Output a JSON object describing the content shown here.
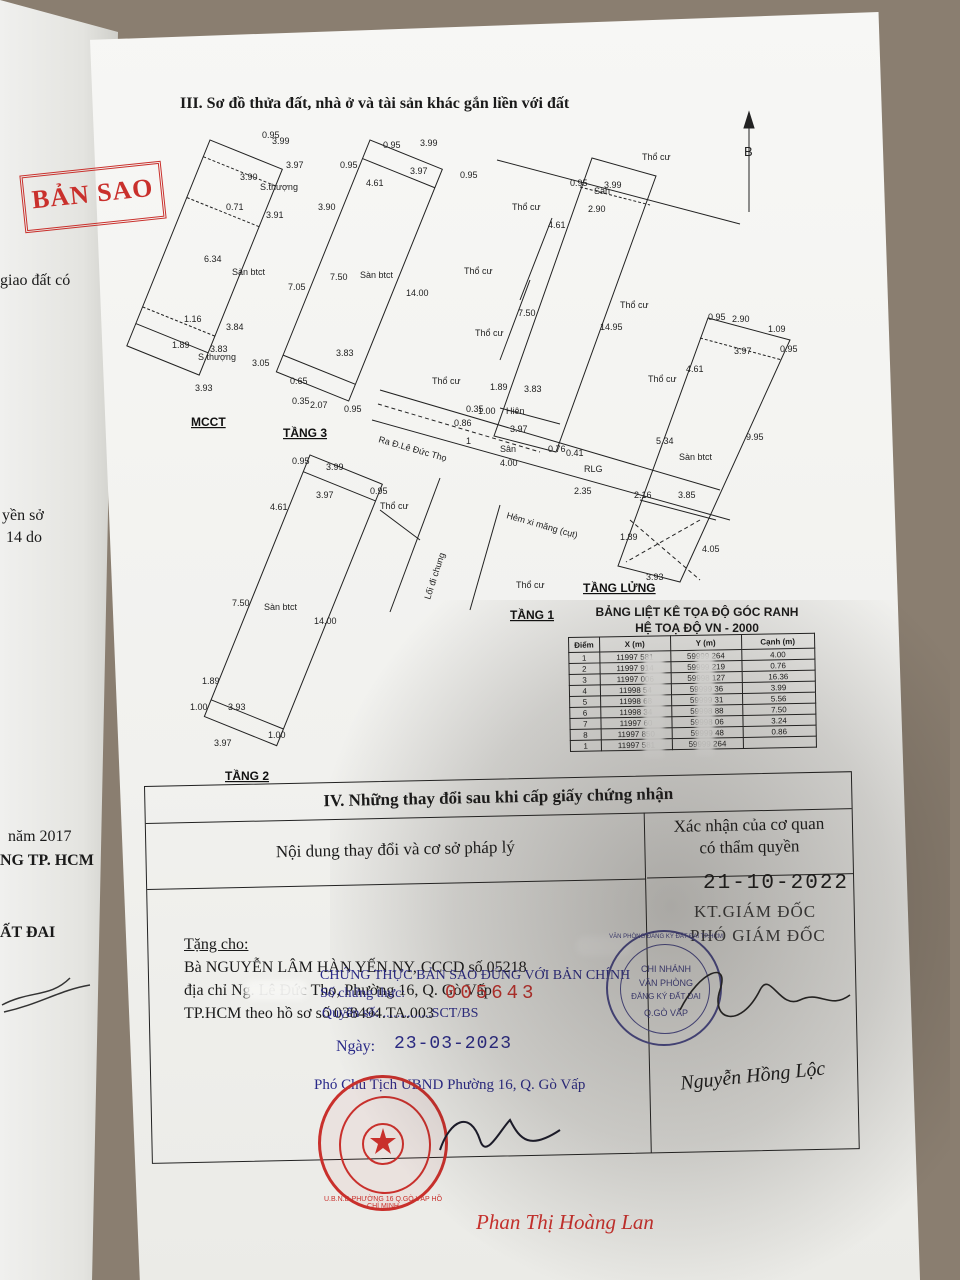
{
  "left_page": {
    "lines": [
      "giao đất có",
      "yền sở",
      "14 do",
      "năm 2017",
      "NG TP. HCM",
      "ẤT ĐAI"
    ]
  },
  "stamp": {
    "text": "BẢN SAO",
    "color": "#c9302c"
  },
  "section3": {
    "title": "III. Sơ đồ thửa đất, nhà ở và tài sản khác gắn liền với đất",
    "north_label": "B",
    "plan_labels": {
      "mcct": "MCCT",
      "tang3": "TẦNG 3",
      "tang2": "TẦNG 2",
      "tang1": "TẦNG 1",
      "tang_lung": "TẦNG LỬNG",
      "tho_cu": "Thổ cư",
      "san_btct": "Sàn btct",
      "s_thuong": "S.thượng",
      "san": "Sân",
      "hien": "Hiên",
      "rlg": "RLG",
      "hem": "Hẻm xi măng (cụt)",
      "ra_duong": "Ra Đ.Lê Đức Thọ",
      "loi_di_chung": "Lối đi chung"
    },
    "dims_mcct": [
      "0.95",
      "3.99",
      "3.97",
      "0.95",
      "3.90",
      "3.90",
      "0.71",
      "3.91",
      "6.34",
      "7.05",
      "1.16",
      "3.84",
      "3.83",
      "1.89",
      "3.05",
      "3.93"
    ],
    "dims_tang3": [
      "0.95",
      "3.99",
      "3.97",
      "0.95",
      "4.61",
      "7.50",
      "14.00",
      "3.83",
      "0.65",
      "2.07",
      "0.95",
      "0.35"
    ],
    "dims_tang1": [
      "0.95",
      "3.99",
      "2.90",
      "4.61",
      "7.50",
      "14.95",
      "1.89",
      "3.83",
      "1.00",
      "0.35",
      "0.86",
      "3.97",
      "4.00",
      "0.76",
      "0.41",
      "2.35",
      "1"
    ],
    "dims_lung": [
      "0.95",
      "2.90",
      "1.09",
      "3.97",
      "0.95",
      "4.61",
      "9.95",
      "5.34",
      "3.85",
      "2.16",
      "1.89",
      "4.05",
      "3.93"
    ],
    "dims_tang2": [
      "0.95",
      "3.99",
      "3.97",
      "0.95",
      "4.61",
      "7.50",
      "14.00",
      "1.89",
      "3.93",
      "1.00",
      "1.00",
      "3.97"
    ]
  },
  "coord_table": {
    "title_1": "BẢNG LIỆT KÊ TỌA ĐỘ GÓC RANH",
    "title_2": "HỆ TOẠ ĐỘ VN - 2000",
    "headers": [
      "Điểm",
      "X (m)",
      "Y (m)",
      "Cạnh (m)"
    ],
    "rows": [
      [
        "1",
        "11997 581",
        "59999 264",
        "4.00"
      ],
      [
        "2",
        "11997 914",
        "59999 219",
        "0.76"
      ],
      [
        "3",
        "11997 006",
        "59998 127",
        "16.36"
      ],
      [
        "4",
        "11998 54",
        "59999 36",
        "3.99"
      ],
      [
        "5",
        "11998 68",
        "59999 31",
        "5.56"
      ],
      [
        "6",
        "11998 34",
        "59998 88",
        "7.50"
      ],
      [
        "7",
        "11997 60",
        "59998 06",
        "3.24"
      ],
      [
        "8",
        "11997 850",
        "59999 48",
        "0.86"
      ],
      [
        "1",
        "11997 581",
        "59999 264",
        ""
      ]
    ]
  },
  "section4": {
    "title": "IV. Những thay đổi sau khi cấp giấy chứng nhận",
    "head_left": "Nội dung thay đổi và cơ sở pháp lý",
    "head_right_1": "Xác nhận của cơ quan",
    "head_right_2": "có thẩm quyền",
    "gift_label": "Tặng cho:",
    "recipient": "Bà NGUYỄN LÂM HÀN YẾN NY, CCCD số 05218",
    "address": "địa chỉ            Ng. Lê Đức Thọ, Phường 16, Q. Gò Vấp",
    "address_cont": "TP.HCM theo hồ sơ số 038494.TA.003",
    "confirm_date": "21-10-2022",
    "confirm_title_1": "KT.GIÁM ĐỐC",
    "confirm_title_2": "PHÓ GIÁM ĐỐC",
    "right_signer": "Nguyễn Hồng Lộc",
    "office_seal": [
      "CHI NHÁNH",
      "VĂN PHÒNG",
      "ĐĂNG KÝ ĐẤT ĐAI",
      "Q.GÒ VẤP",
      "VĂN PHÒNG ĐĂNG KÝ ĐẤT ĐAI TP.HCM"
    ]
  },
  "certification": {
    "title": "CHỨNG THỰC BẢN SAO ĐÚNG VỚI BẢN CHÍNH",
    "number_label": "Số chứng thực:",
    "number": "005643",
    "book": "Quyển số: ..............SCT/BS",
    "date_label": "Ngày:",
    "date": "23-03-2023",
    "signer_title": "Phó Chủ Tịch UBND Phường 16, Q. Gò Vấp",
    "signer_name": "Phan Thị Hoàng Lan",
    "seal_text": "U.B.N.D PHƯỜNG 16 Q.GÒ VẤP HỒ CHÍ MINH"
  }
}
